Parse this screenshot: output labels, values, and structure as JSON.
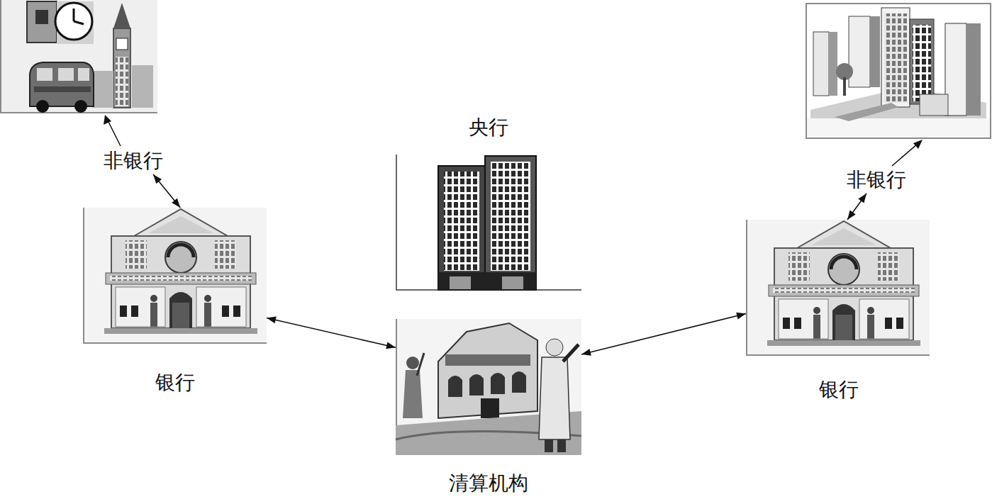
{
  "diagram": {
    "nodes": [
      {
        "text": [
          "非银行"
        ]
      },
      {
        "text": [
          "央行"
        ]
      },
      {
        "text": [
          "非银行"
        ]
      },
      {
        "text": [
          "银行"
        ]
      },
      {
        "text": [
          "银行"
        ]
      },
      {
        "text": [
          "清算机构"
        ]
      }
    ],
    "edges": [
      {
        "from": 3,
        "to": 0,
        "arrow": "both"
      },
      {
        "from": 4,
        "to": 2,
        "arrow": "both"
      },
      {
        "from": 3,
        "to": 5,
        "arrow": "both"
      },
      {
        "from": 4,
        "to": 5,
        "arrow": "both"
      }
    ]
  }
}
